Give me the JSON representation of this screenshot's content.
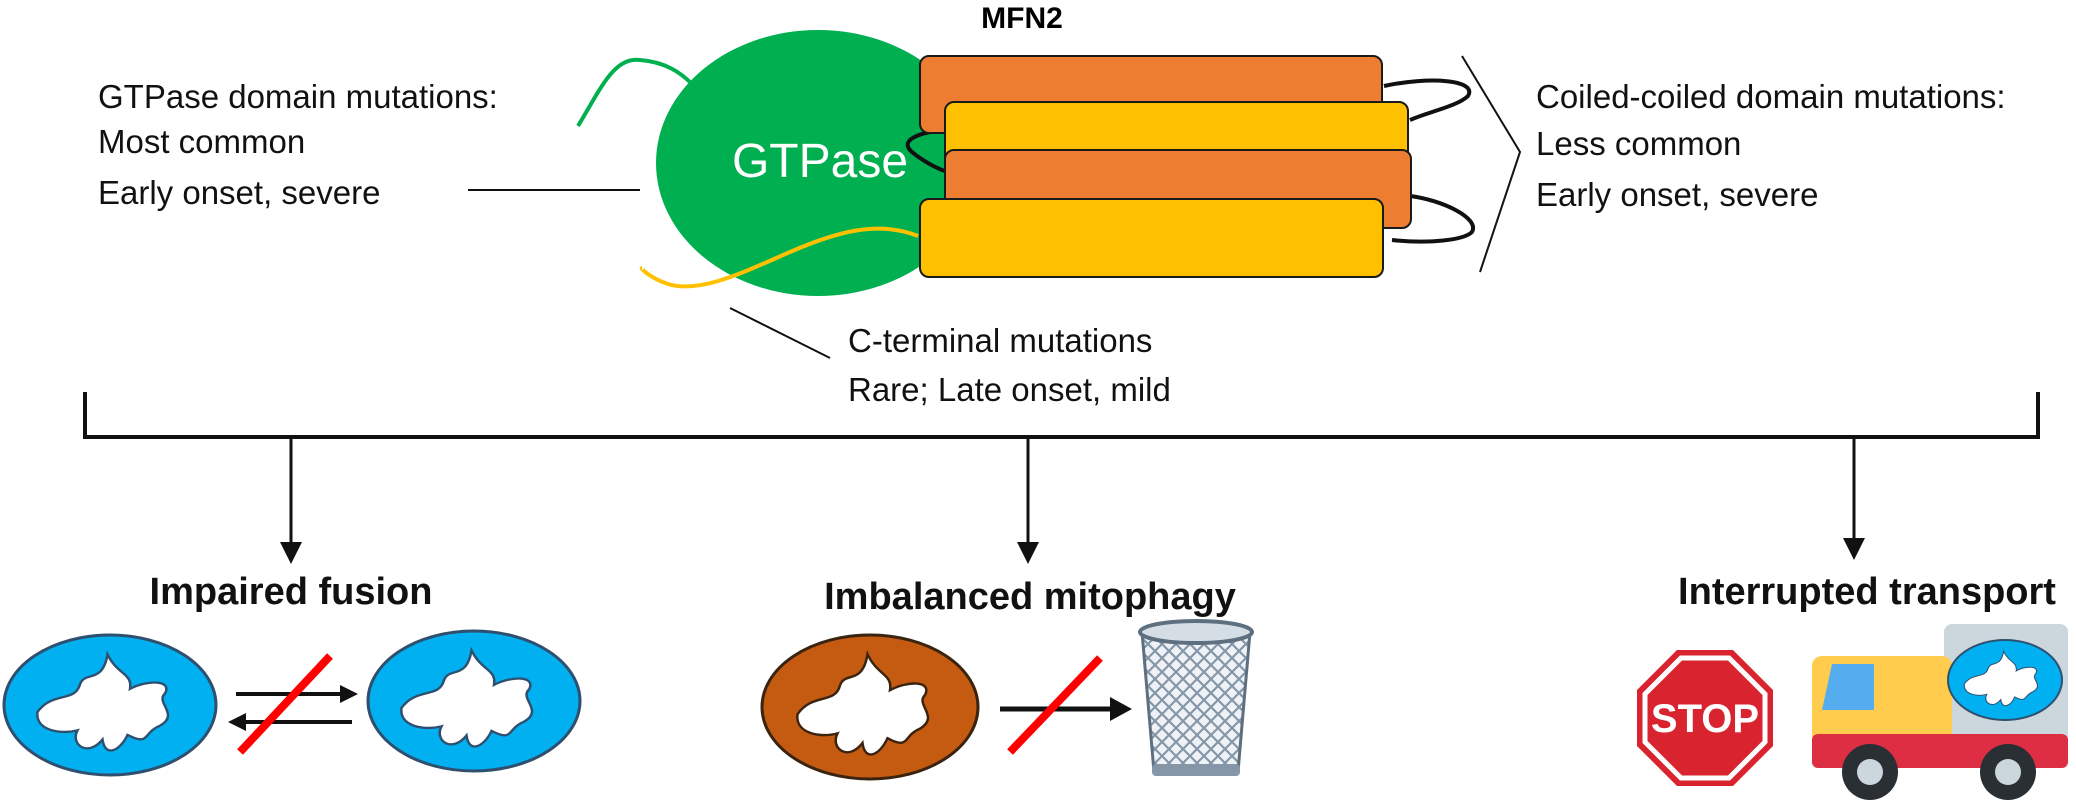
{
  "protein": {
    "title": "MFN2",
    "gtpase_label": "GTPase"
  },
  "annotations": {
    "gtpase": [
      "GTPase domain mutations:",
      "Most common",
      "Early onset, severe"
    ],
    "coiled": [
      "Coiled-coiled domain mutations:",
      "Less common",
      "Early onset, severe"
    ],
    "cterm": [
      "C-terminal mutations",
      "Rare; Late onset, mild"
    ]
  },
  "outcomes": {
    "fusion": "Impaired fusion",
    "mitophagy": "Imbalanced mitophagy",
    "transport": "Interrupted transport"
  },
  "stop_sign_text": "STOP",
  "colors": {
    "gtpase_green": "#00b050",
    "coil_orange": "#ed7d31",
    "coil_yellow": "#ffc000",
    "mito_blue": "#00b0f0",
    "mito_brown": "#c55a11",
    "block_red": "#ff0000",
    "stop_red": "#d9232e",
    "truck_red": "#dd2e44",
    "truck_yellow": "#ffcc4d"
  }
}
